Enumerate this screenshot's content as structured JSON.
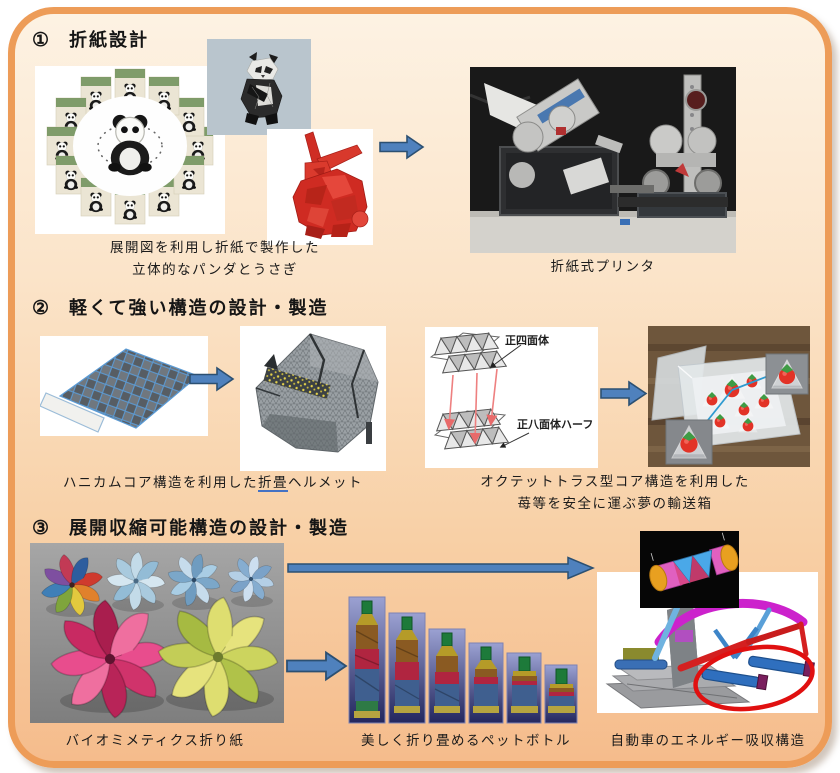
{
  "colors": {
    "frame_border": "#ED9C58",
    "bg_top": "#FDF2E3",
    "bg_bottom": "#F5BC8C",
    "arrow_fill": "#4F81BD",
    "arrow_edge": "#2C5072",
    "annotation_red": "#E01010",
    "link_underline_blue": "#4472C4"
  },
  "sections": {
    "s1": {
      "num": "①",
      "title": "折紙設計",
      "caption_models_line1": "展開図を利用し折紙で製作した",
      "caption_models_line2": "立体的なパンダとうさぎ",
      "caption_printer": "折紙式プリンタ"
    },
    "s2": {
      "num": "②",
      "title": "軽くて強い構造の設計・製造",
      "caption_helmet_pre": "ハニカムコア構造を利用した",
      "caption_helmet_em": "折畳",
      "caption_helmet_post": "ヘルメット",
      "label_tetra": "正四面体",
      "label_octa": "正八面体ハーフ",
      "caption_box_line1": "オクテットトラス型コア構造を利用した",
      "caption_box_line2": "苺等を安全に運ぶ夢の輸送箱"
    },
    "s3": {
      "num": "③",
      "title": "展開収縮可能構造の設計・製造",
      "caption_origami": "バイオミメティクス折り紙",
      "caption_bottle": "美しく折り畳めるペットボトル",
      "caption_car": "自動車のエネルギー吸収構造"
    }
  }
}
